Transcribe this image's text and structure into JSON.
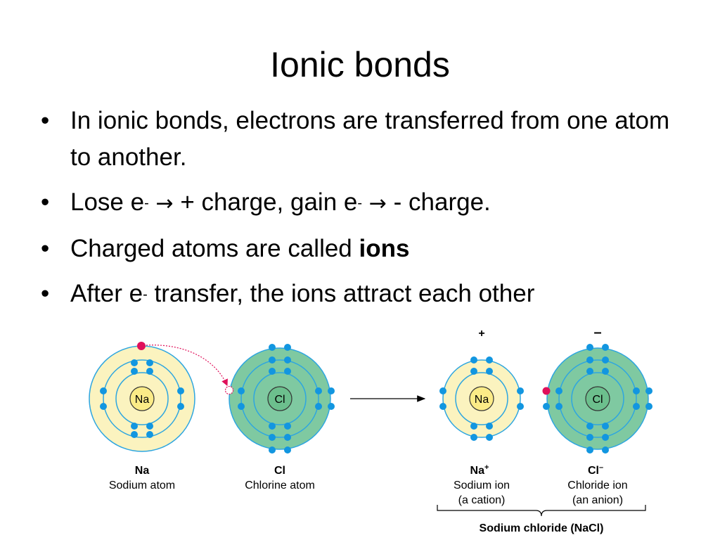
{
  "slide": {
    "title": "Ionic bonds",
    "bullets": {
      "b1": "In ionic bonds, electrons are transferred from one atom to another.",
      "b2_a": "Lose e",
      "b2_sup1": "-",
      "b2_arrow": "→",
      "b2_b": "+ charge, gain e",
      "b2_sup2": "-",
      "b2_c": "- charge.",
      "b3_a": "Charged atoms are called ",
      "b3_bold": "ions",
      "b4_a": "After e",
      "b4_sup": "-",
      "b4_b": " transfer, the ions attract each other",
      "bullet_char": "•"
    }
  },
  "diagram": {
    "na_atom": {
      "nucleus": "Na",
      "symbol": "Na",
      "name": "Sodium atom"
    },
    "cl_atom": {
      "nucleus": "Cl",
      "symbol": "Cl",
      "name": "Chlorine atom"
    },
    "na_ion": {
      "nucleus": "Na",
      "symbol": "Na",
      "charge": "+",
      "name": "Sodium ion",
      "desc": "(a cation)"
    },
    "cl_ion": {
      "nucleus": "Cl",
      "symbol": "Cl",
      "charge": "–",
      "name": "Chloride ion",
      "desc": "(an anion)"
    },
    "caption": "Sodium chloride (NaCl)",
    "colors": {
      "na_fill": "#fbf3bf",
      "cl_fill": "#7fc9a1",
      "shell_stroke": "#2ea6e0",
      "electron": "#1296e0",
      "transferred_electron": "#e0105a",
      "nucleus_na": "#fbeb87",
      "nucleus_cl": "#6cbf8d"
    }
  }
}
